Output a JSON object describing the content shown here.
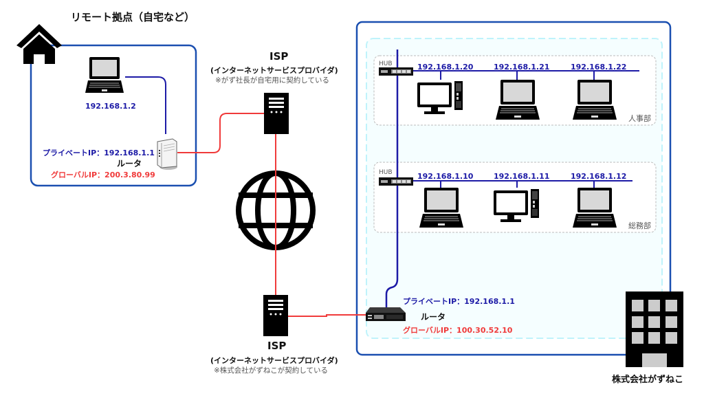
{
  "remote_site": {
    "title": "リモート拠点（自宅など）",
    "laptop_ip": "192.168.1.2",
    "router_private_ip_label": "プライベートIP：192.168.1.1",
    "router_label": "ルータ",
    "router_global_ip_label": "グローバルIP：200.3.80.99"
  },
  "isp_top": {
    "title": "ISP",
    "subtitle": "(インターネットサービスプロバイダ)",
    "note": "※がず社長が自宅用に契約している"
  },
  "isp_bottom": {
    "title": "ISP",
    "subtitle": "(インターネットサービスプロバイダ)",
    "note": "※株式会社がずねこが契約している"
  },
  "company": {
    "name": "株式会社がずねこ",
    "router_private_ip_label": "プライベートIP：192.168.1.1",
    "router_label": "ルータ",
    "router_global_ip_label": "グローバルIP：100.30.52.10",
    "departments": [
      {
        "name": "人事部",
        "hub_label": "HUB",
        "devices": [
          {
            "type": "desktop",
            "ip": "192.168.1.20"
          },
          {
            "type": "laptop",
            "ip": "192.168.1.21"
          },
          {
            "type": "laptop",
            "ip": "192.168.1.22"
          }
        ]
      },
      {
        "name": "総務部",
        "hub_label": "HUB",
        "devices": [
          {
            "type": "laptop",
            "ip": "192.168.1.10"
          },
          {
            "type": "desktop",
            "ip": "192.168.1.11"
          },
          {
            "type": "laptop",
            "ip": "192.168.1.12"
          }
        ]
      }
    ]
  },
  "colors": {
    "lan_line": "#1c1aa6",
    "wan_line": "#f03a3a",
    "site_border": "#1a4fb0",
    "zone_border": "#bff3fb",
    "zone_fill": "#f5feff"
  }
}
